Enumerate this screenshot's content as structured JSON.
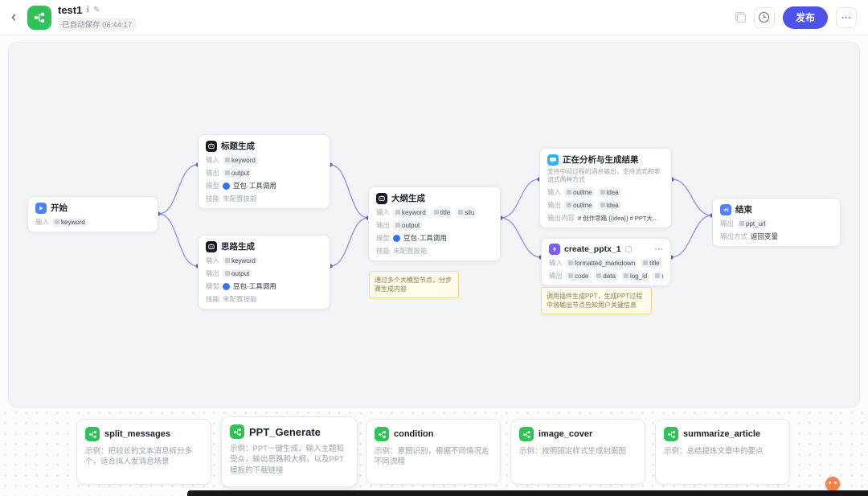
{
  "header": {
    "title": "test1",
    "autosave": "已自动保存 06:44:17",
    "publish": "发布"
  },
  "icons": {
    "back": "‹",
    "info": "ℹ",
    "edit": "✎",
    "more": "⋯"
  },
  "labels": {
    "input": "输入",
    "output": "输出",
    "model": "模型",
    "skill": "技能",
    "model_name": "豆包·工具调用",
    "skill_empty": "未配置技能",
    "output_content": "输出内容",
    "output_mode": "输出方式"
  },
  "nodes": {
    "start": {
      "title": "开始",
      "tags": [
        "keyword"
      ]
    },
    "title_gen": {
      "title": "标题生成",
      "in": [
        "keyword"
      ],
      "out": [
        "output"
      ]
    },
    "idea_gen": {
      "title": "思路生成",
      "in": [
        "keyword"
      ],
      "out": [
        "output"
      ]
    },
    "outline_gen": {
      "title": "大纲生成",
      "in": [
        "keyword",
        "title",
        "silu"
      ],
      "out": [
        "output"
      ]
    },
    "message": {
      "title": "正在分析与生成结果",
      "desc": "支持中间过程的消息输出，支持流式和非流式两种方式",
      "in": [
        "outline",
        "idea"
      ],
      "out": [
        "outline",
        "idea"
      ],
      "content": "# 创作思路 {{idea}} # PPT大纲 {{outline}}"
    },
    "create_pptx": {
      "title": "create_pptx_1",
      "in": [
        "formatted_markdown",
        "title"
      ],
      "out": [
        "code",
        "data",
        "log_id",
        "message"
      ]
    },
    "end": {
      "title": "结束",
      "out": [
        "ppt_url"
      ],
      "mode": "返回变量"
    }
  },
  "notes": [
    "通过多个大模型节点，分步骤生成内容",
    "调用插件生成PPT，生成PPT过程中将输出节点告知用户关键信息"
  ],
  "cards": [
    {
      "title": "split_messages",
      "desc": "示例：把较长的文本消息拆分多个，适合拟人发消息场景"
    },
    {
      "title": "PPT_Generate",
      "desc": "示例：PPT一键生成，输入主题和受众，输出思路和大纲，以及PPT模板的下载链接"
    },
    {
      "title": "condition",
      "desc": "示例：意图识别，根据不同情况走不同流程"
    },
    {
      "title": "image_cover",
      "desc": "示例：按照固定样式生成封面图"
    },
    {
      "title": "summarize_article",
      "desc": "示例：总结提炼文章中的要点"
    }
  ]
}
